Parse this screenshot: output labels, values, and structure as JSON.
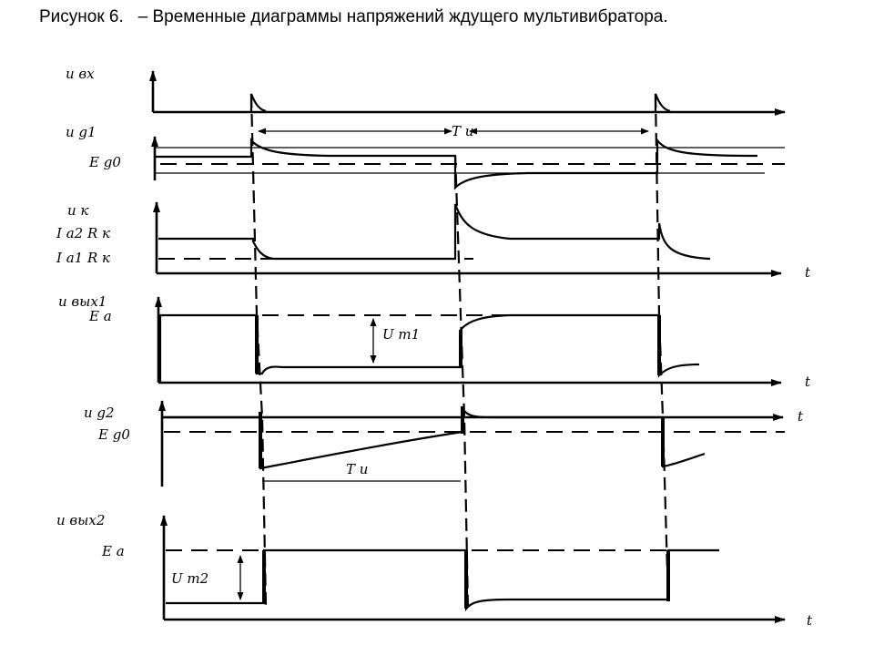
{
  "caption": {
    "figure_label": "Рисунок 6.",
    "title": "– Временные диаграммы напряжений ждущего мультивибратора."
  },
  "labels": {
    "u_in": "u вх",
    "u_g1": "u g1",
    "e_g0_top": "E g0",
    "t_pulse_top": "T и",
    "u_k": "u к",
    "ia2rk": "I a2 R к",
    "ia1rk": "I a1 R к",
    "t_axis_3": "t",
    "u_out1": "u вых1",
    "ea_1": "E a",
    "um1": "U m1",
    "t_axis_4": "t",
    "u_g2": "u g2",
    "t_axis_5": "t",
    "e_g0_mid": "E g0",
    "t_pulse_mid": "T и",
    "u_out2": "u вых2",
    "ea_2": "E a",
    "um2": "U m2",
    "t_axis_6": "t"
  }
}
